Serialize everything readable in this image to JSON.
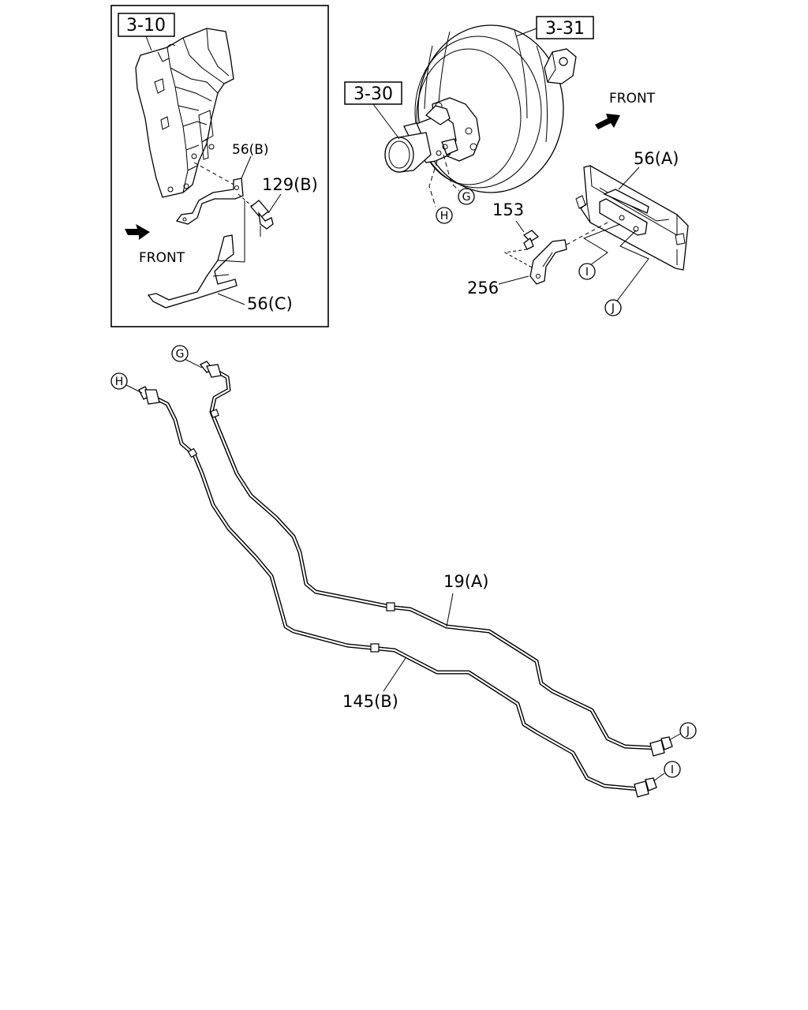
{
  "inset": {
    "ref_box": "3-10",
    "labels": {
      "bracket_b": "56(B)",
      "bolt_b": "129(B)",
      "bracket_c": "56(C)",
      "front": "FRONT"
    }
  },
  "main": {
    "ref_booster": "3-31",
    "ref_master_cyl": "3-30",
    "front": "FRONT",
    "labels": {
      "bracket_a": "56(A)",
      "bolt": "153",
      "clip": "256",
      "pipe_a": "19(A)",
      "pipe_b": "145(B)"
    }
  },
  "connectors": {
    "g": "G",
    "h": "H",
    "i": "I",
    "j": "J"
  }
}
